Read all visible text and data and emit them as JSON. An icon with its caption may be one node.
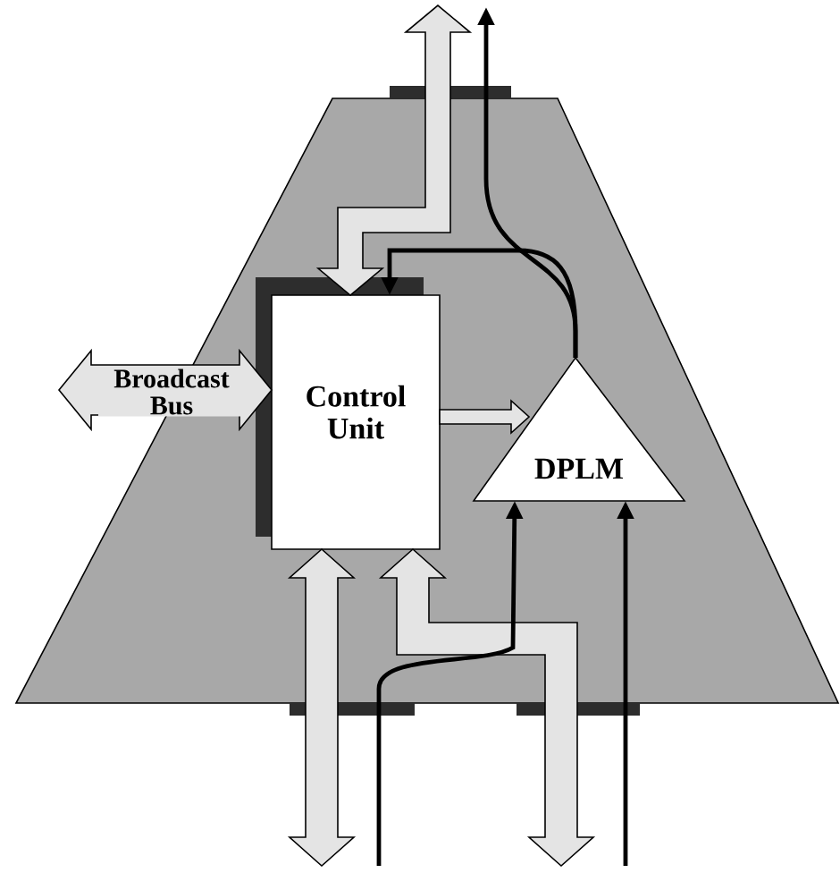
{
  "diagram": {
    "nodes": [
      {
        "text": [],
        "shape": "trapezoid"
      },
      {
        "text": [
          "Control Unit"
        ],
        "in": 0
      },
      {
        "text": [
          "DPLM"
        ],
        "in": 0
      }
    ],
    "edges": [
      {
        "from": 1,
        "to": null,
        "arrow": "both",
        "style": "thick"
      },
      {
        "from": 2,
        "to": null,
        "arrow": "to"
      },
      {
        "from": 2,
        "to": 1,
        "arrow": "to"
      },
      {
        "from": 1,
        "to": 2,
        "arrow": "to",
        "style": "thick"
      },
      {
        "from": null,
        "to": 1,
        "arrow": "both",
        "style": "thick",
        "label": "Broadcast Bus"
      },
      {
        "from": 1,
        "to": null,
        "arrow": "both",
        "style": "thick"
      },
      {
        "from": 1,
        "to": null,
        "arrow": "both",
        "style": "thick"
      },
      {
        "from": null,
        "to": 2,
        "arrow": "to"
      },
      {
        "from": null,
        "to": 2,
        "arrow": "to"
      }
    ]
  }
}
